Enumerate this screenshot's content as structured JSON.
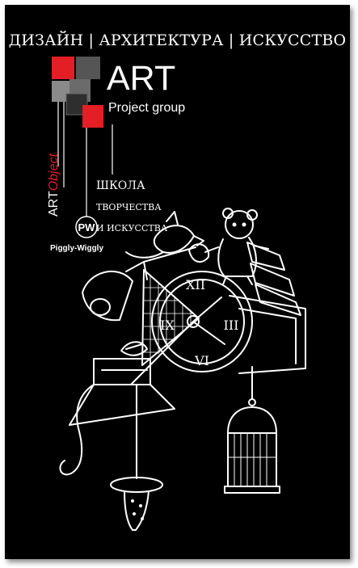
{
  "header": {
    "title": "ДИЗАЙН | АРХИТЕКТУРА | ИСКУССТВО"
  },
  "logo": {
    "word": "ART",
    "subtitle": "Project group",
    "vertical_main": "ART",
    "vertical_accent": "Object",
    "piggy_badge": "PW",
    "piggy_name": "Piggly-Wiggly"
  },
  "school": {
    "line1": "ШКОЛА",
    "line2": "ТВОРЧЕСТВА",
    "line3": "И ИСКУССТВА"
  },
  "clock": {
    "numerals": [
      "XII",
      "III",
      "VI",
      "IX"
    ]
  },
  "colors": {
    "background": "#000000",
    "accent": "#e31e24",
    "gray": "#555555",
    "gray_light": "#8a8a8a"
  }
}
